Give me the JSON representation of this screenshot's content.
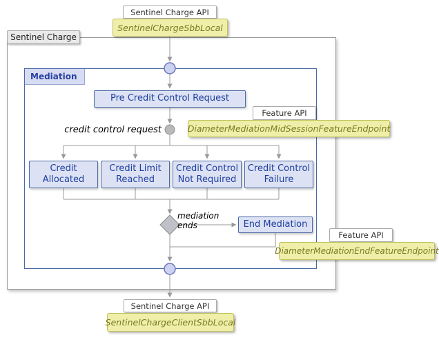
{
  "diagram": {
    "outer_label": "Sentinel Charge",
    "top_api": {
      "label": "Sentinel Charge API",
      "endpoint": "SentinelChargeSbbLocal"
    },
    "bottom_api": {
      "label": "Sentinel Charge API",
      "endpoint": "SentinelChargeClientSbbLocal"
    },
    "mediation": {
      "label": "Mediation",
      "pre_credit_control": "Pre Credit Control Request",
      "credit_control_request_annotation": "credit control request",
      "outcomes": [
        {
          "label": "Credit Allocated"
        },
        {
          "label": "Credit Limit Reached"
        },
        {
          "label": "Credit Control Not Required"
        },
        {
          "label": "Credit Control Failure"
        }
      ],
      "mediation_ends_annotation": "mediation ends",
      "end_mediation": "End Mediation"
    },
    "mid_session_feature": {
      "label": "Feature API",
      "endpoint": "DiameterMediationMidSessionFeatureEndpoint"
    },
    "end_feature": {
      "label": "Feature API",
      "endpoint": "DiameterMediationEndFeatureEndpoint"
    },
    "colors": {
      "node_border": "#4a69a5",
      "node_fill": "#dce2f4",
      "node_text": "#1e3ea0",
      "endpoint_fill": "#efefa9",
      "endpoint_border": "#c2c25e",
      "endpoint_text": "#7a7a22",
      "wire": "#999999"
    }
  }
}
